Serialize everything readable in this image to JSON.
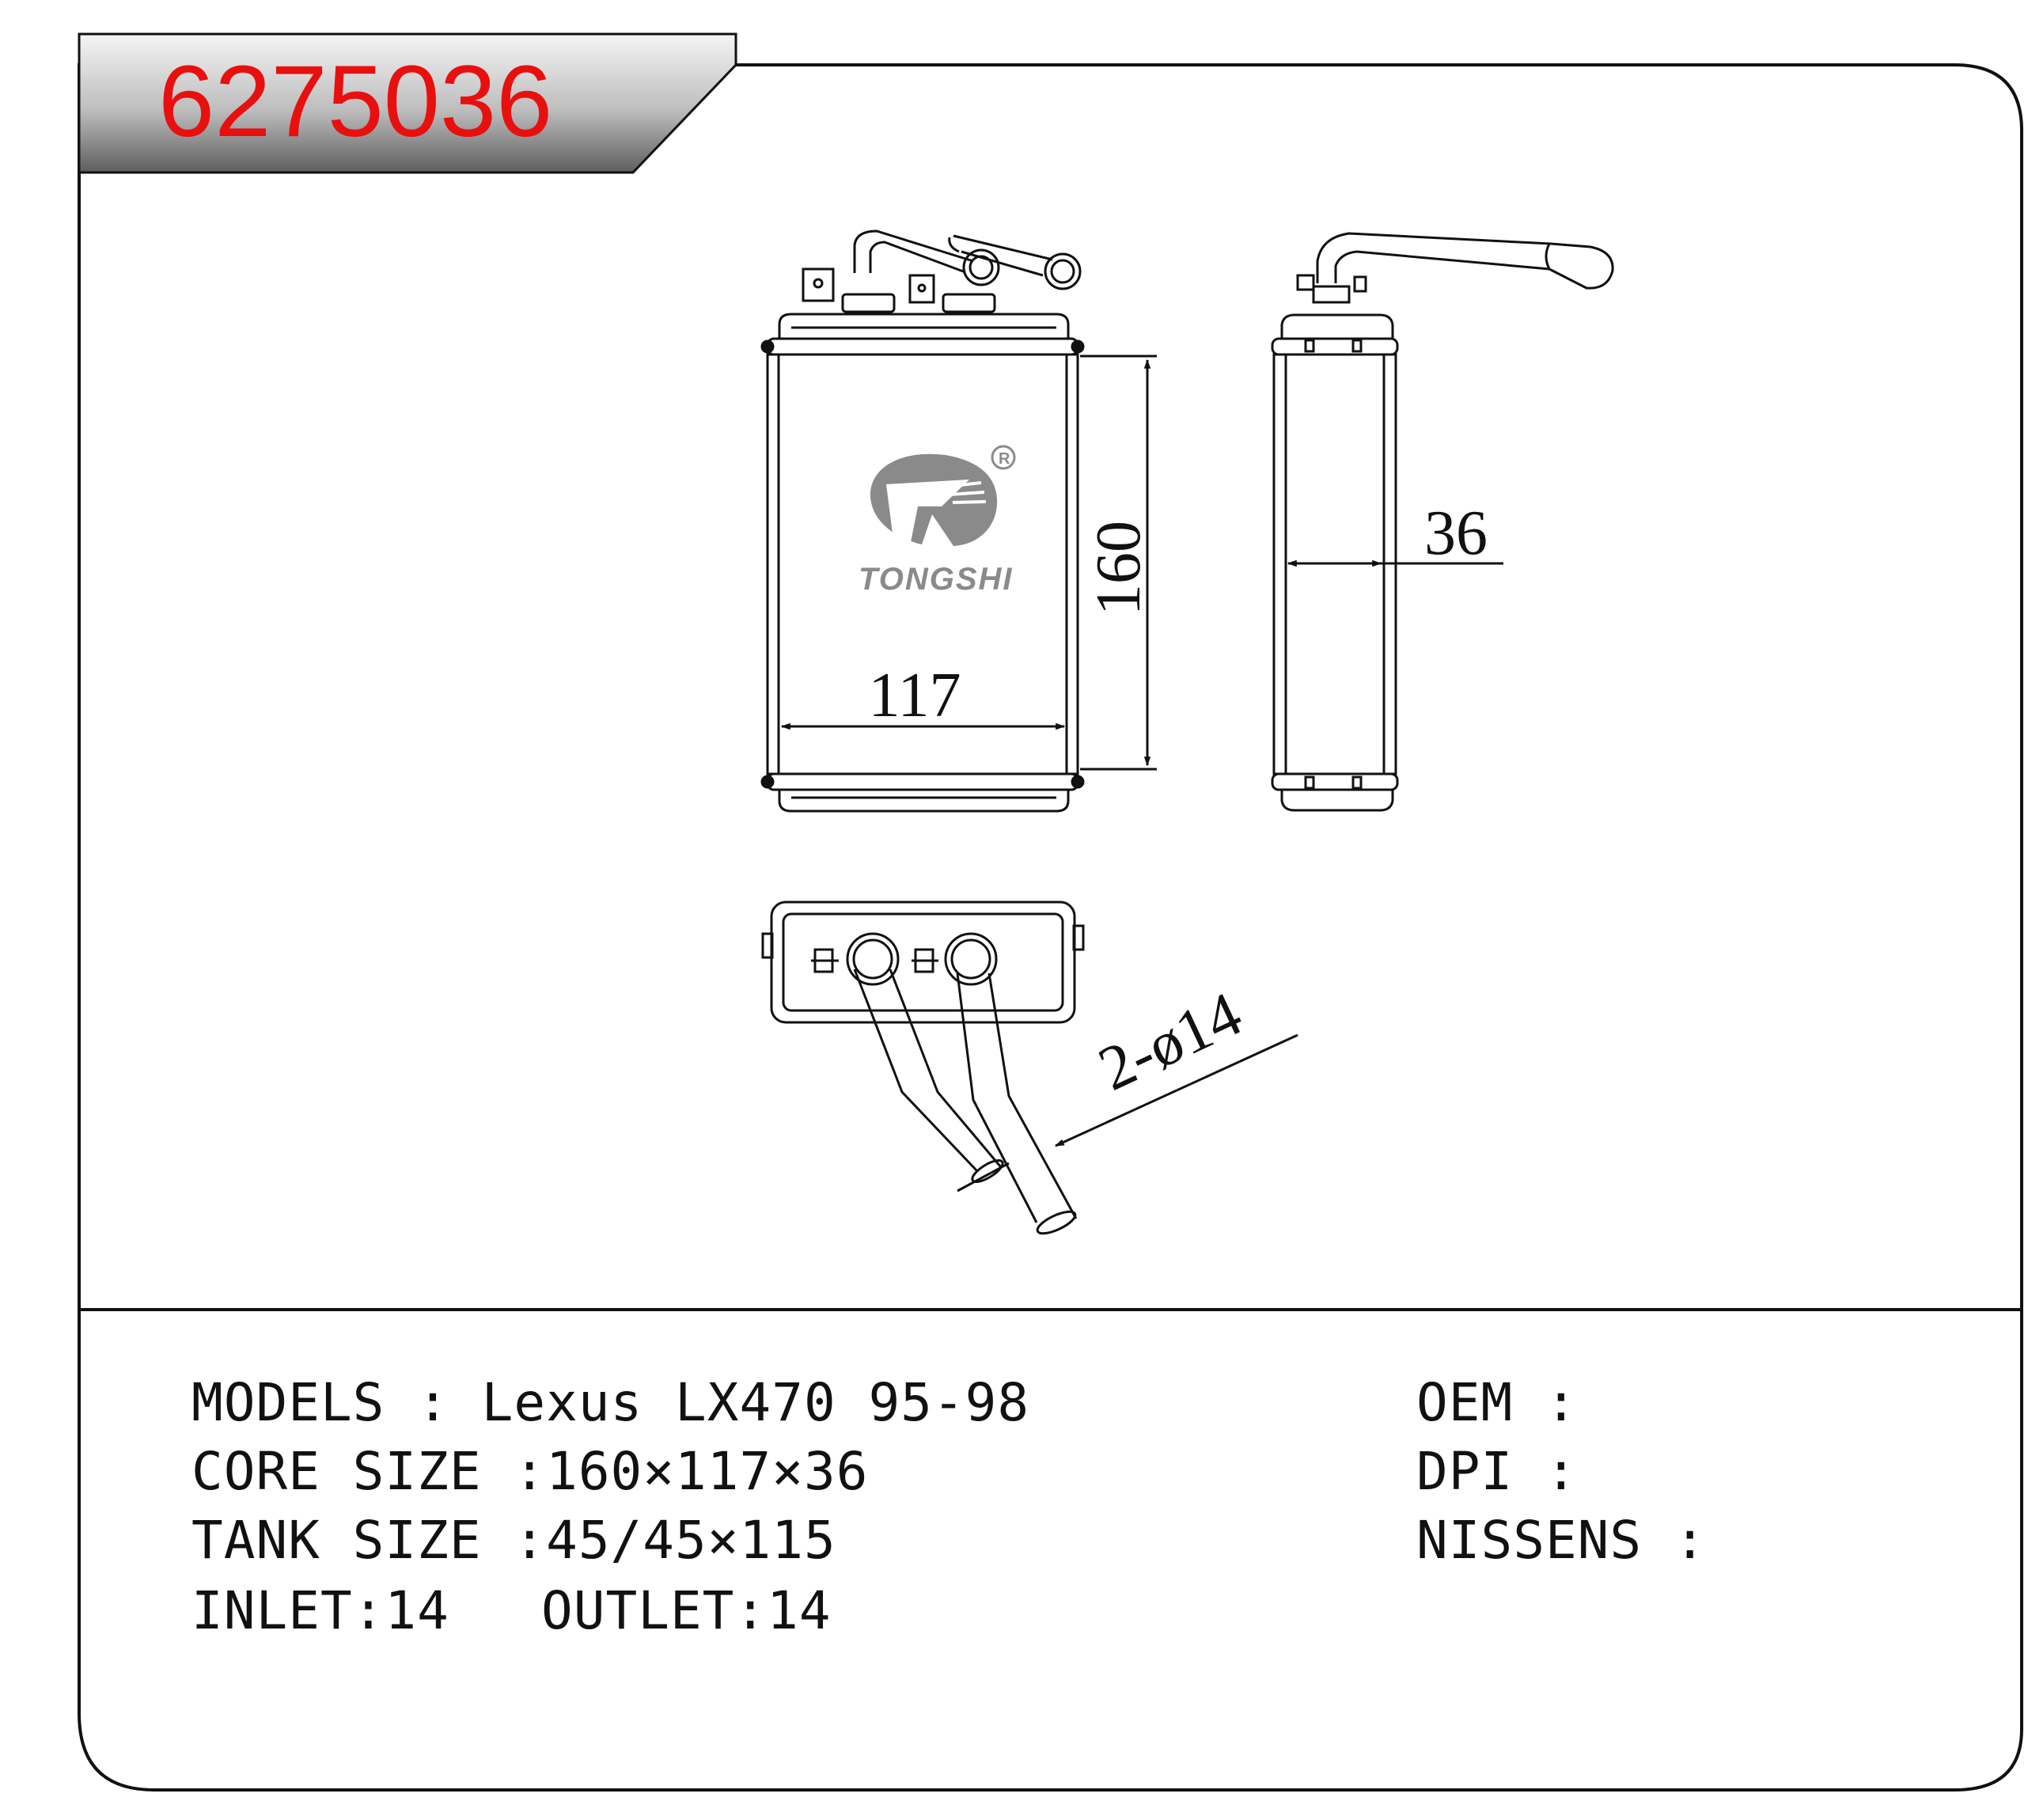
{
  "part_number": "6275036",
  "brand": {
    "name": "TONGSHI",
    "registered_mark": "R"
  },
  "dimensions": {
    "height": "160",
    "width": "117",
    "depth": "36",
    "pipe_callout": "2-ø14"
  },
  "specs": {
    "models": "MODELS : Lexus LX470 95-98",
    "core_size": "CORE SIZE :160×117×36",
    "tank_size": "TANK SIZE :45/45×115",
    "inlet": "INLET:14",
    "outlet": "OUTLET:14",
    "oem": "OEM :",
    "dpi": "DPI :",
    "nissens": "NISSENS :"
  },
  "colors": {
    "part_number": "#e8100f",
    "header_band": "#8c8c8c",
    "line": "#111111",
    "logo": "#8a8a8a"
  }
}
